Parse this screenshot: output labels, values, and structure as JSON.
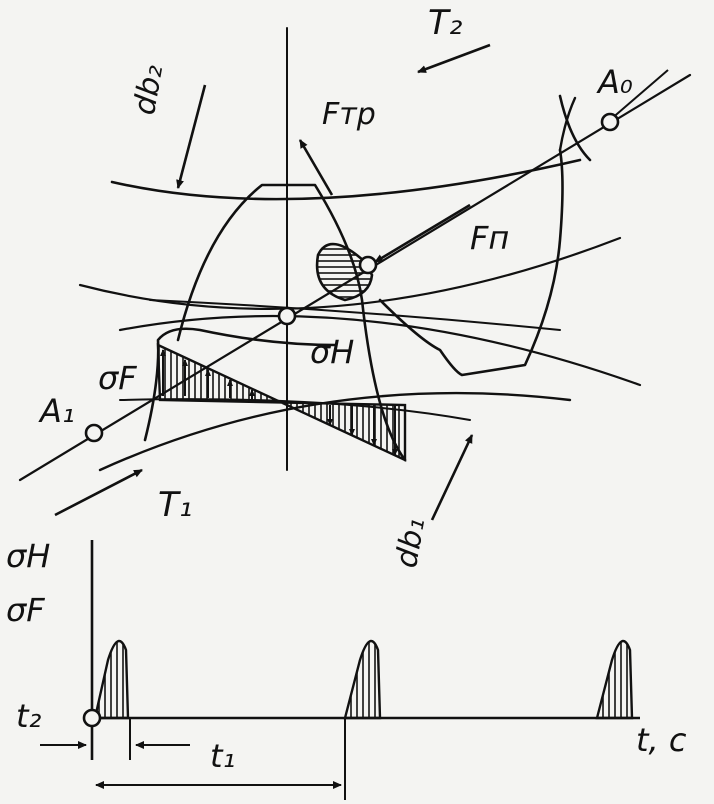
{
  "labels": {
    "T2": "T₂",
    "A0": "A₀",
    "Ftr": "Fтр",
    "db2": "db₂",
    "Fn": "Fп",
    "sigmaH": "σH",
    "sigmaF": "σF",
    "A1": "A₁",
    "T1": "T₁",
    "db1": "db₁",
    "axis_sigmaH": "σH",
    "axis_sigmaF": "σF",
    "t2": "t₂",
    "t1": "t₁",
    "t_axis": "t, c"
  },
  "colors": {
    "ink": "#111111",
    "paper": "#f4f4f2"
  }
}
